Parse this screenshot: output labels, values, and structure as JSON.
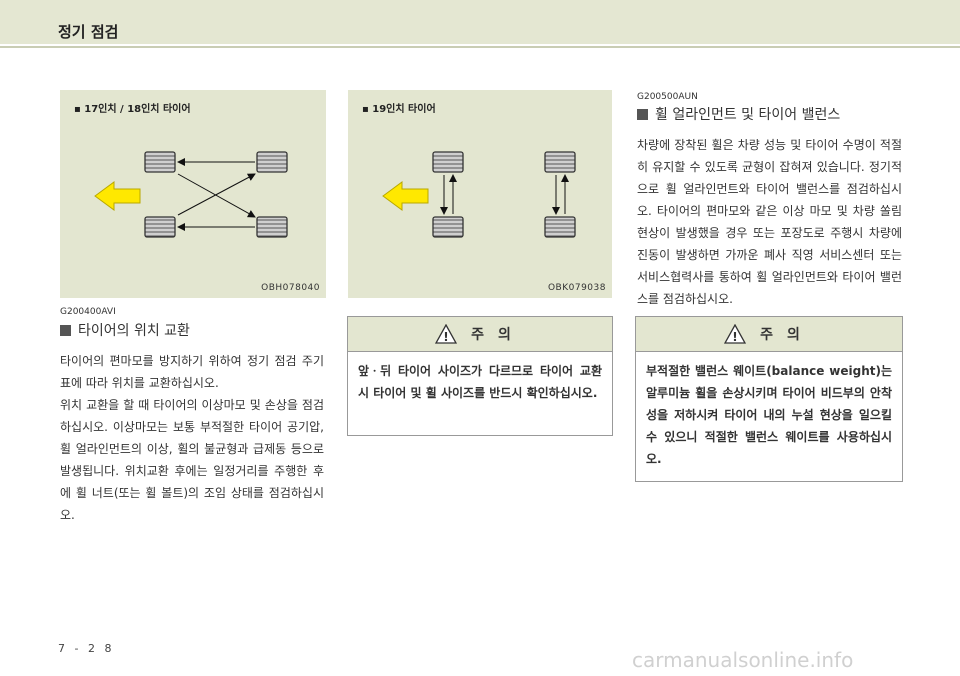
{
  "header": {
    "title": "정기 점검"
  },
  "figure1": {
    "caption": "▪ 17인치 / 18인치 타이어",
    "code": "OBH078040"
  },
  "figure2": {
    "caption": "▪ 19인치 타이어",
    "code": "OBK079038"
  },
  "section1": {
    "code": "G200400AVI",
    "title": "타이어의 위치 교환",
    "paragraphs": [
      "타이어의 편마모를 방지하기 위하여 정기 점검 주기표에 따라 위치를 교환하십시오.",
      "위치 교환을 할 때 타이어의 이상마모 및 손상을 점검하십시오. 이상마모는 보통 부적절한 타이어 공기압, 휠 얼라인먼트의 이상, 휠의 불균형과 급제동 등으로 발생됩니다. 위치교환 후에는 일정거리를 주행한 후에 휠 너트(또는 휠 볼트)의 조임 상태를 점검하십시오."
    ]
  },
  "caution1": {
    "label": "주의",
    "text": "앞ㆍ뒤 타이어 사이즈가 다르므로 타이어 교환 시 타이어 및 휠 사이즈를 반드시 확인하십시오."
  },
  "section2": {
    "code": "G200500AUN",
    "title": "휠 얼라인먼트 및 타이어 밸런스",
    "paragraph": "차량에 장착된 휠은 차량 성능 및 타이어 수명이 적절히 유지할 수 있도록 균형이 잡혀져 있습니다. 정기적으로 휠 얼라인먼트와 타이어 밸런스를 점검하십시오. 타이어의 편마모와 같은 이상 마모 및 차량 쏠림 현상이 발생했을 경우 또는 포장도로 주행시 차량에 진동이 발생하면 가까운 폐사 직영 서비스센터 또는 서비스협력사를 통하여 휠 얼라인먼트와 타이어 밸런스를 점검하십시오."
  },
  "caution2": {
    "label": "주의",
    "text": "부적절한 밸런스 웨이트(balance weight)는 알루미늄 휠을 손상시키며 타이어 비드부의 안착성을 저하시켜 타이어 내의 누설 현상을 일으킬 수 있으니 적절한 밸런스 웨이트를 사용하십시오."
  },
  "footer": {
    "page": "7 - 2 8",
    "watermark": "carmanualsonline.info"
  },
  "colors": {
    "band": "#e4e7d2",
    "arrow_fill": "#ffe800",
    "arrow_stroke": "#b8a800",
    "tire": "#cccccc"
  }
}
